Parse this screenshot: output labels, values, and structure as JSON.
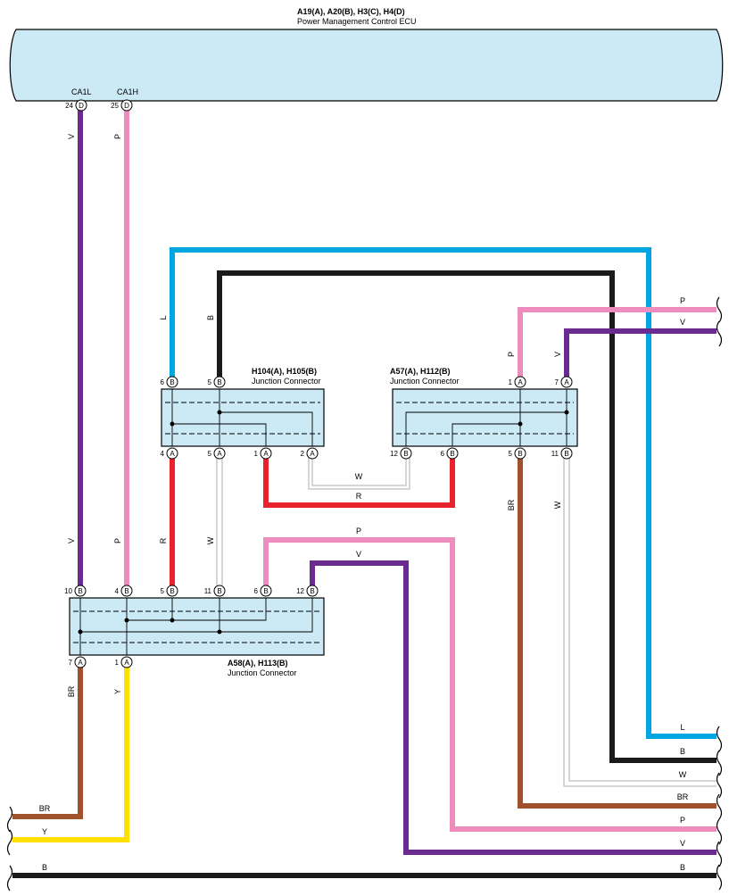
{
  "ecu": {
    "connectors": "A19(A), A20(B), H3(C), H4(D)",
    "name": "Power Management Control ECU",
    "pins": [
      {
        "signal": "CA1L",
        "num": "24",
        "conn": "D"
      },
      {
        "signal": "CA1H",
        "num": "25",
        "conn": "D"
      }
    ]
  },
  "junctions": {
    "j1": {
      "connectors": "H104(A), H105(B)",
      "name": "Junction Connector",
      "top_pins": [
        {
          "num": "6",
          "conn": "B"
        },
        {
          "num": "5",
          "conn": "B"
        }
      ],
      "bottom_pins": [
        {
          "num": "4",
          "conn": "A"
        },
        {
          "num": "5",
          "conn": "A"
        },
        {
          "num": "1",
          "conn": "A"
        },
        {
          "num": "2",
          "conn": "A"
        }
      ]
    },
    "j2": {
      "connectors": "A57(A), H112(B)",
      "name": "Junction Connector",
      "top_pins": [
        {
          "num": "1",
          "conn": "A"
        },
        {
          "num": "7",
          "conn": "A"
        }
      ],
      "bottom_pins": [
        {
          "num": "12",
          "conn": "B"
        },
        {
          "num": "6",
          "conn": "B"
        },
        {
          "num": "5",
          "conn": "B"
        },
        {
          "num": "11",
          "conn": "B"
        }
      ]
    },
    "j3": {
      "connectors": "A58(A), H113(B)",
      "name": "Junction Connector",
      "top_pins": [
        {
          "num": "10",
          "conn": "B"
        },
        {
          "num": "4",
          "conn": "B"
        },
        {
          "num": "5",
          "conn": "B"
        },
        {
          "num": "11",
          "conn": "B"
        },
        {
          "num": "6",
          "conn": "B"
        },
        {
          "num": "12",
          "conn": "B"
        }
      ],
      "bottom_pins": [
        {
          "num": "7",
          "conn": "A"
        },
        {
          "num": "1",
          "conn": "A"
        }
      ]
    }
  },
  "wire_labels": {
    "ecu_left_v": "V",
    "ecu_right_p": "P",
    "j1_l": "L",
    "j1_b": "B",
    "j2_p": "P",
    "j2_v": "V",
    "right_top_p": "P",
    "right_top_v": "V",
    "j1_j2_w": "W",
    "j1_j2_r": "R",
    "j2_br": "BR",
    "j2_w": "W",
    "j3_v": "V",
    "j3_p": "P",
    "j3_r": "R",
    "j3_w": "W",
    "loop_p": "P",
    "loop_v": "V",
    "j3_br": "BR",
    "j3_y": "Y",
    "bottom_left_br": "BR",
    "bottom_left_y": "Y",
    "bottom_left_b": "B",
    "right_l": "L",
    "right_b": "B",
    "right_w": "W",
    "right_br": "BR",
    "right_p": "P",
    "right_v": "V",
    "bottom_right_b": "B"
  },
  "colors": {
    "ecu_fill": "#cce9f6",
    "violet": "#6a2c91",
    "pink": "#ef8cbe",
    "light_blue": "#00a6e2",
    "black": "#1a1a1a",
    "red": "#e8232b",
    "white_wire": "#c8c8c8",
    "brown": "#a0522d",
    "yellow": "#ffe000"
  }
}
